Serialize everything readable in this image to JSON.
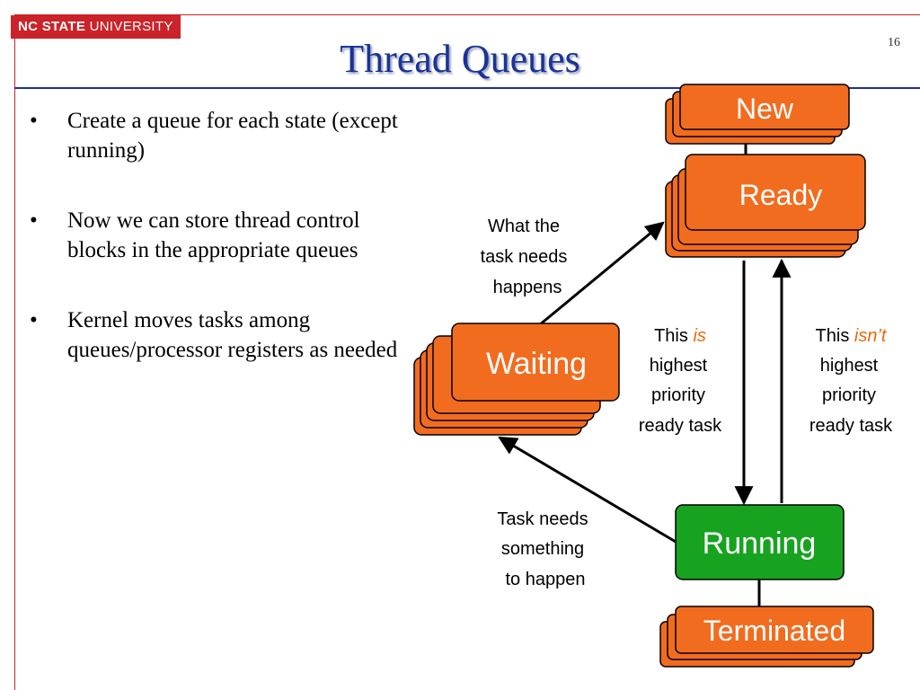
{
  "header": {
    "logo_bold": "NC STATE",
    "logo_rest": " UNIVERSITY",
    "title": "Thread Queues",
    "page_number": "16"
  },
  "bullets": [
    "Create a queue for each state (except running)",
    "Now we can store thread control blocks in the appropriate queues",
    "Kernel moves tasks among queues/processor registers as needed"
  ],
  "diagram": {
    "colors": {
      "queue_fill": "#f26c1f",
      "queue_stroke": "#000000",
      "running_fill": "#17a320",
      "text": "#ffffff"
    },
    "states": {
      "new": "New",
      "ready": "Ready",
      "waiting": "Waiting",
      "running": "Running",
      "terminated": "Terminated"
    },
    "notes": {
      "what_happens": [
        "What the",
        "task needs",
        "happens"
      ],
      "task_needs": [
        "Task needs",
        "something",
        "to happen"
      ],
      "is_prefix": "This ",
      "is_word": "is",
      "isnt_prefix": "This ",
      "isnt_word": "isn’t",
      "priority_lines": [
        "highest",
        "priority",
        "ready task"
      ]
    }
  }
}
